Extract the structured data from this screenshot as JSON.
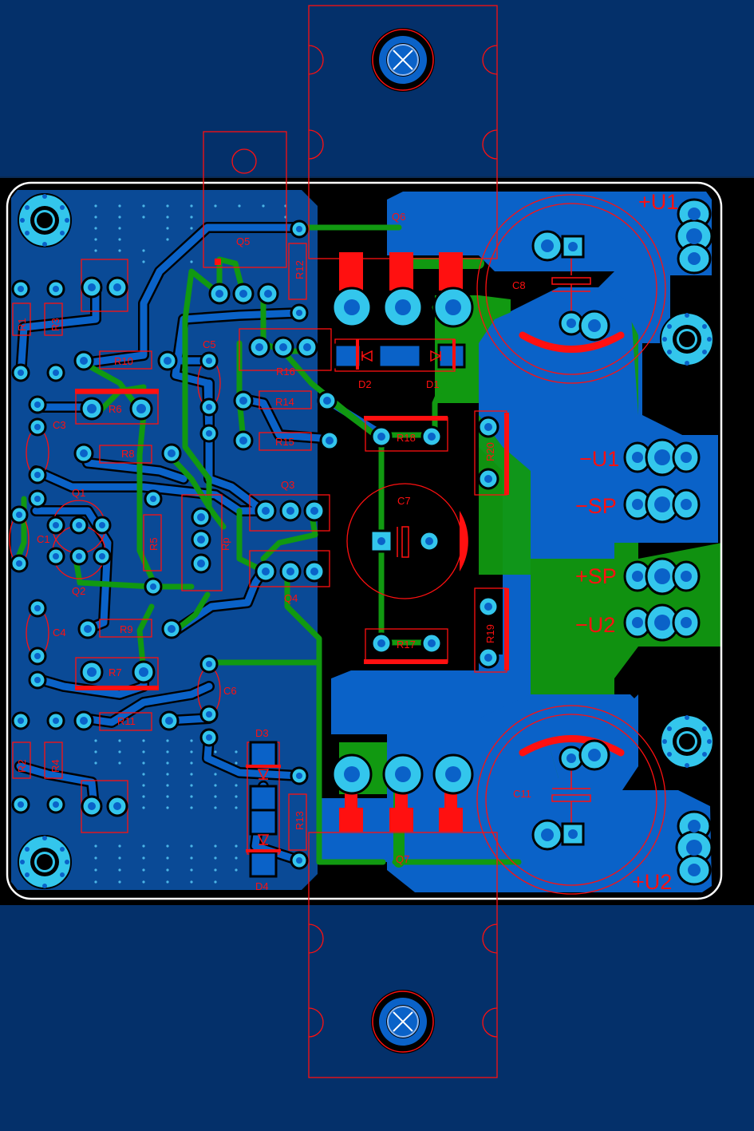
{
  "components": {
    "Q1": "Q1",
    "Q2": "Q2",
    "Q3": "Q3",
    "Q4": "Q4",
    "Q5": "Q5",
    "Q6": "Q6",
    "Q7": "Q7",
    "R1": "R1",
    "R2": "R2",
    "R3": "R3",
    "R4": "R4",
    "R5": "R5",
    "R6": "R6",
    "R7": "R7",
    "R8": "R8",
    "R9": "R9",
    "R10": "R10",
    "R11": "R11",
    "R12": "R12",
    "R13": "R13",
    "R14": "R14",
    "R15": "R15",
    "R16": "R16",
    "R17": "R17",
    "R18": "R18",
    "R19": "R19",
    "R20": "R20",
    "Rp": "Rp",
    "C1": "C1",
    "C3": "C3",
    "C4": "C4",
    "C5": "C5",
    "C6": "C6",
    "C7": "C7",
    "C8": "C8",
    "C11": "C11",
    "D1": "D1",
    "D2": "D2",
    "D3": "D3",
    "D4": "D4"
  },
  "terminals": {
    "pos_u1": "+U1",
    "neg_u1": "−U1",
    "neg_sp": "−SP",
    "pos_sp": "+SP",
    "neg_u2": "−U2",
    "pos_u2": "+U2"
  },
  "colors": {
    "background": "#04306a",
    "board_black": "#000000",
    "bottom_copper": "#0a62c8",
    "top_copper": "#119911",
    "pad": "#33c6ec",
    "silkscreen": "#ff1010",
    "outline": "#ffffff"
  }
}
